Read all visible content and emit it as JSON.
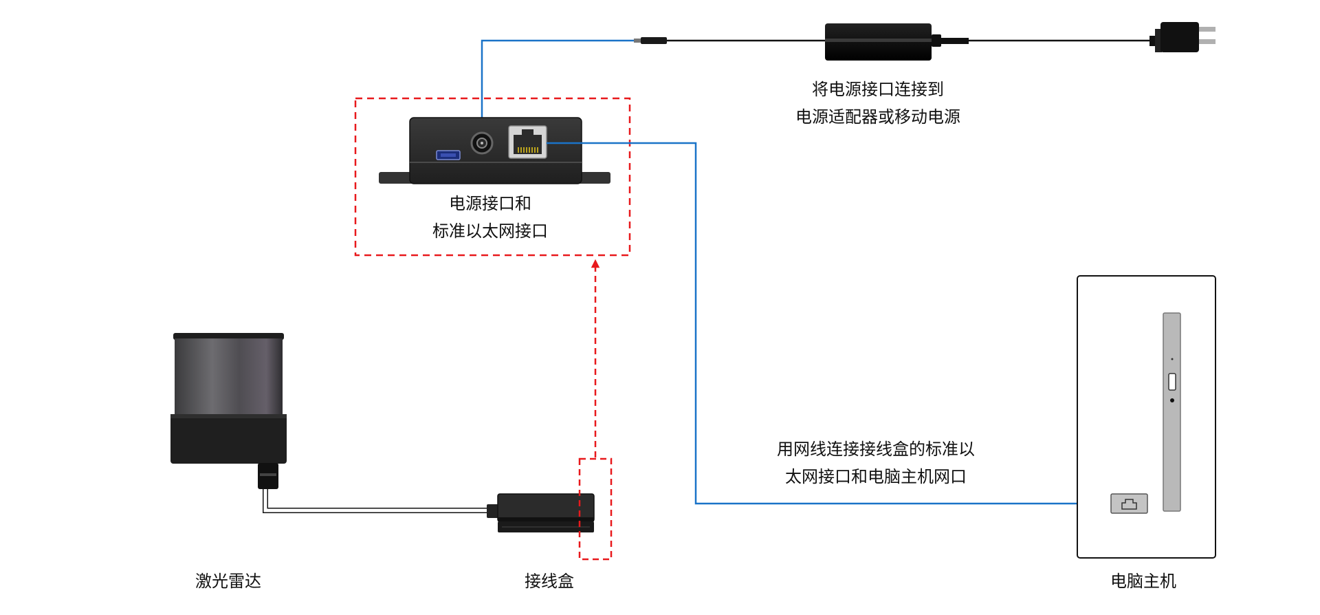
{
  "labels": {
    "power_instruction_line1": "将电源接口连接到",
    "power_instruction_line2": "电源适配器或移动电源",
    "ports_callout_line1": "电源接口和",
    "ports_callout_line2": "标准以太网接口",
    "ethernet_instruction_line1": "用网线连接接线盒的标准以",
    "ethernet_instruction_line2": "太网接口和电脑主机网口",
    "lidar": "激光雷达",
    "junction_box": "接线盒",
    "host_computer": "电脑主机"
  },
  "colors": {
    "network_cable": "#1a73c8",
    "callout_dashed": "#e8191c",
    "device_dark": "#2a2a2a",
    "power_cable": "#111111",
    "computer_panel": "#b9b9b9"
  },
  "icons": {
    "usb_port": "usb-port-icon",
    "dc_jack": "dc-jack-icon",
    "rj45_port": "rj45-port-icon",
    "computer_ethernet_port": "ethernet-port-icon"
  }
}
